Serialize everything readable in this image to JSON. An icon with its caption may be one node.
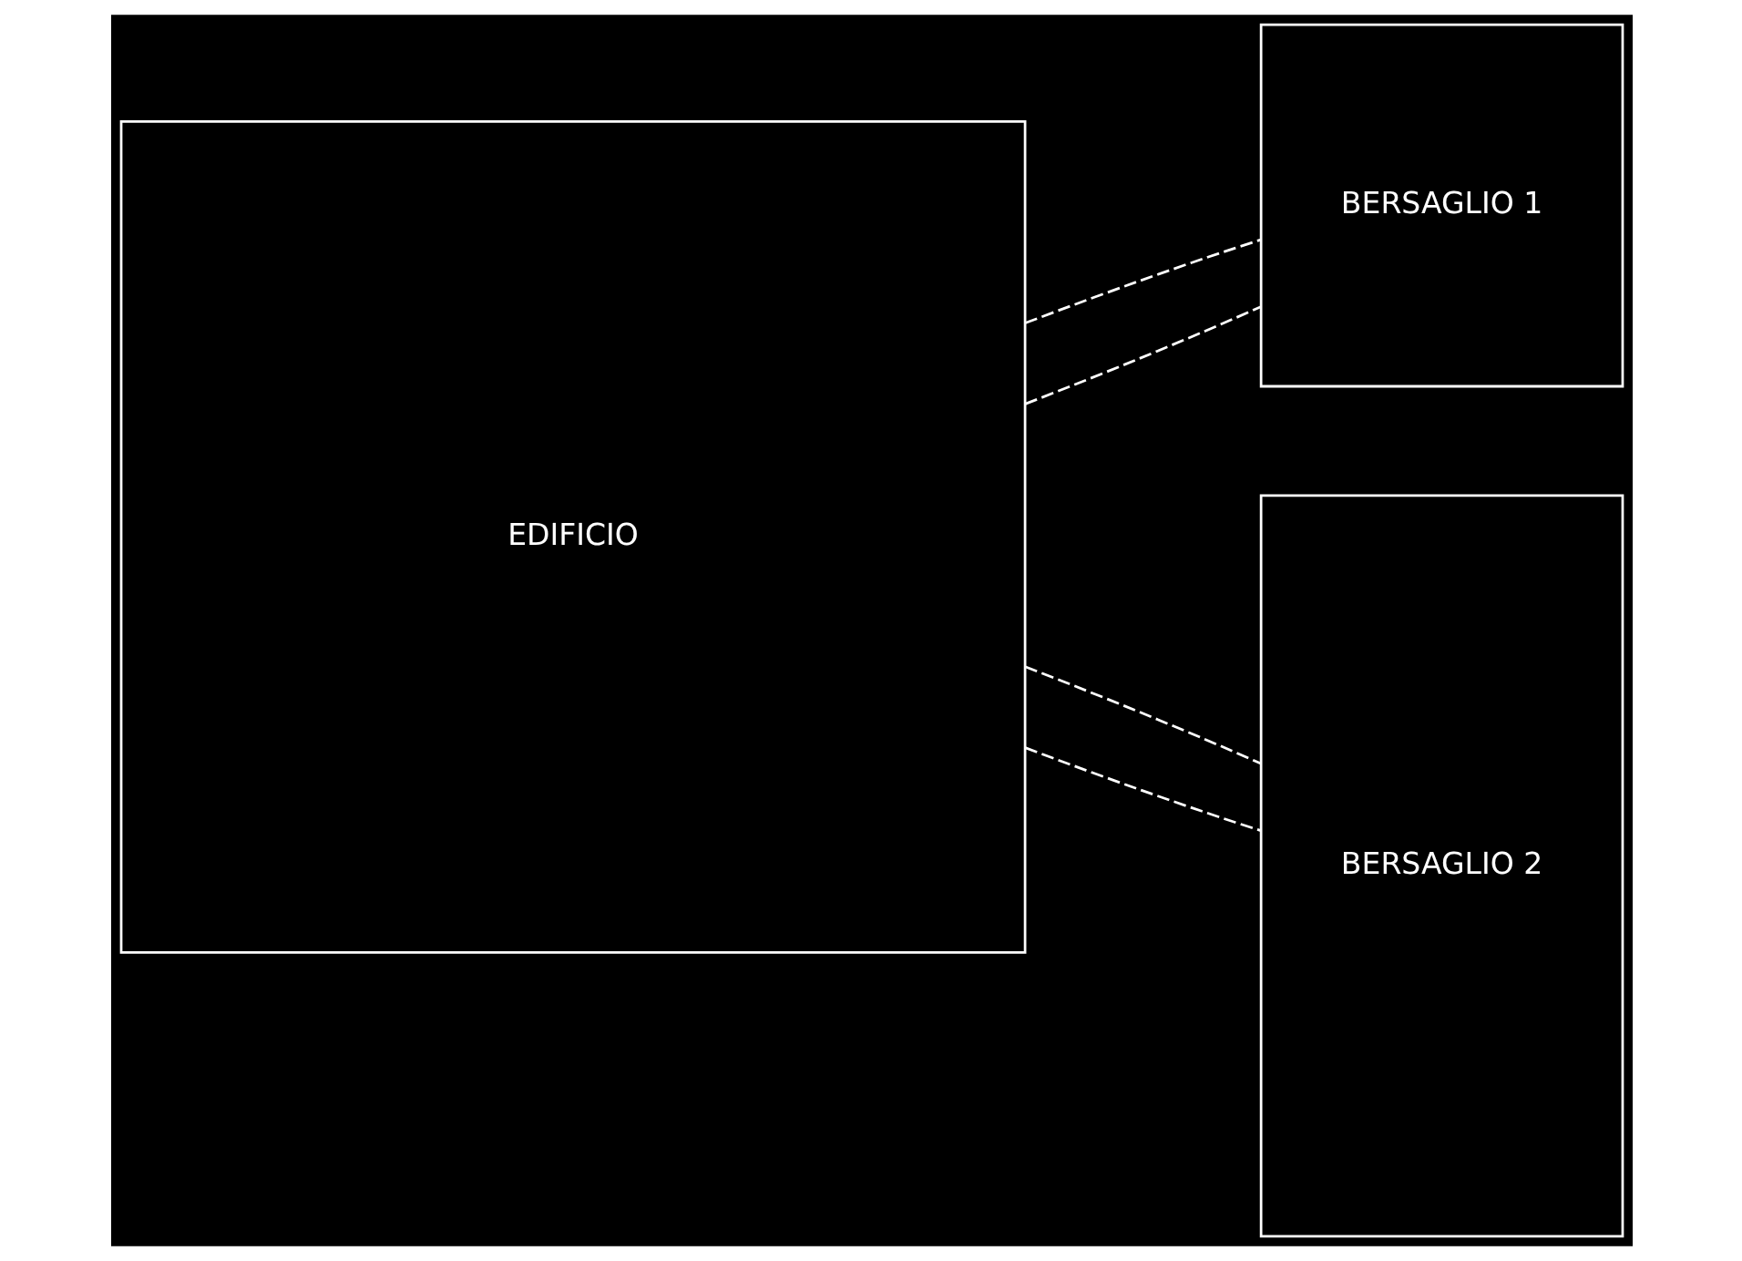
{
  "diagram": {
    "nodes": [
      {
        "text": [
          "BERSAGLIO 1"
        ]
      },
      {
        "text": [
          "EDIFICIO"
        ]
      },
      {
        "text": [
          "BERSAGLIO 2"
        ]
      }
    ],
    "edges": [
      {
        "from": 1,
        "to": 0,
        "arrow": "none",
        "style": "dashed"
      },
      {
        "from": 1,
        "to": 0,
        "arrow": "none",
        "style": "dashed"
      },
      {
        "from": 1,
        "to": 2,
        "arrow": "none",
        "style": "dashed"
      },
      {
        "from": 1,
        "to": 2,
        "arrow": "none",
        "style": "dashed"
      }
    ]
  }
}
